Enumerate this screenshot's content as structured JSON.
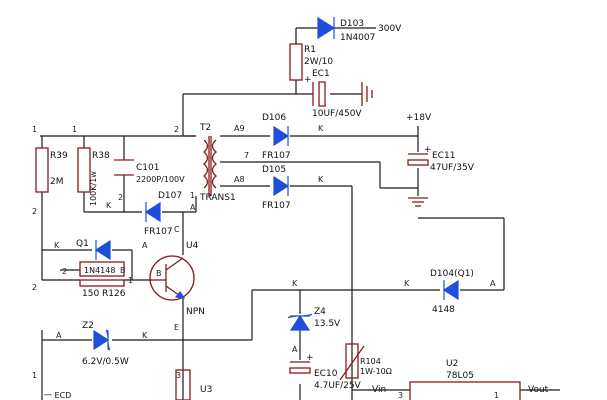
{
  "components": {
    "d103": {
      "ref": "D103",
      "value": "1N4007",
      "node": "300V"
    },
    "r1": {
      "ref": "R1",
      "value": "2W/10"
    },
    "ec1": {
      "ref": "EC1",
      "value": "10UF/450V",
      "polarity": "+"
    },
    "t2": {
      "ref": "T2",
      "name": "TRANS1",
      "pins": [
        "A9",
        "7",
        "A8",
        "2",
        "1",
        "K",
        "2",
        "A"
      ]
    },
    "d106": {
      "ref": "D106",
      "value": "FR107",
      "pin": "K"
    },
    "d105": {
      "ref": "D105",
      "value": "FR107",
      "pin": "K"
    },
    "plus18": {
      "node": "+18V"
    },
    "ec11": {
      "ref": "EC11",
      "value": "47UF/35V",
      "polarity": "+"
    },
    "r39": {
      "ref": "R39",
      "value": "2M",
      "pins": [
        "1",
        "2"
      ]
    },
    "r38": {
      "ref": "R38",
      "value": "100K/1w",
      "pin": "1"
    },
    "c101": {
      "ref": "C101",
      "value": "2200P/100V"
    },
    "d107": {
      "ref": "D107",
      "value": "FR107"
    },
    "q1": {
      "ref": "Q1",
      "value": "1N4148",
      "pins": [
        "K",
        "A",
        "2",
        "B",
        "1"
      ]
    },
    "r126": {
      "ref": "R126",
      "value": "150"
    },
    "u4": {
      "ref": "U4",
      "type": "NPN",
      "pins": [
        "C",
        "B",
        "E"
      ]
    },
    "d104": {
      "ref": "D104(Q1)",
      "value": "4148",
      "pins": [
        "K",
        "A"
      ]
    },
    "z4": {
      "ref": "Z4",
      "value": "13.5V",
      "pins": [
        "K",
        "A"
      ]
    },
    "z2": {
      "ref": "Z2",
      "value": "6.2V/0.5W",
      "pins": [
        "A",
        "K"
      ]
    },
    "ec10": {
      "ref": "EC10",
      "value": "4.7UF/25V",
      "polarity": "+"
    },
    "r104": {
      "ref": "R104",
      "value": "1W-10Ω"
    },
    "u2": {
      "ref": "U2",
      "value": "78L05",
      "vin": "Vin",
      "vout": "Vout",
      "pins": [
        "3",
        "1"
      ]
    },
    "u3": {
      "ref": "U3",
      "pin": "3"
    },
    "misc": {
      "pin_1": "1",
      "pin_2": "2",
      "partial_left": "一 ECD"
    }
  }
}
